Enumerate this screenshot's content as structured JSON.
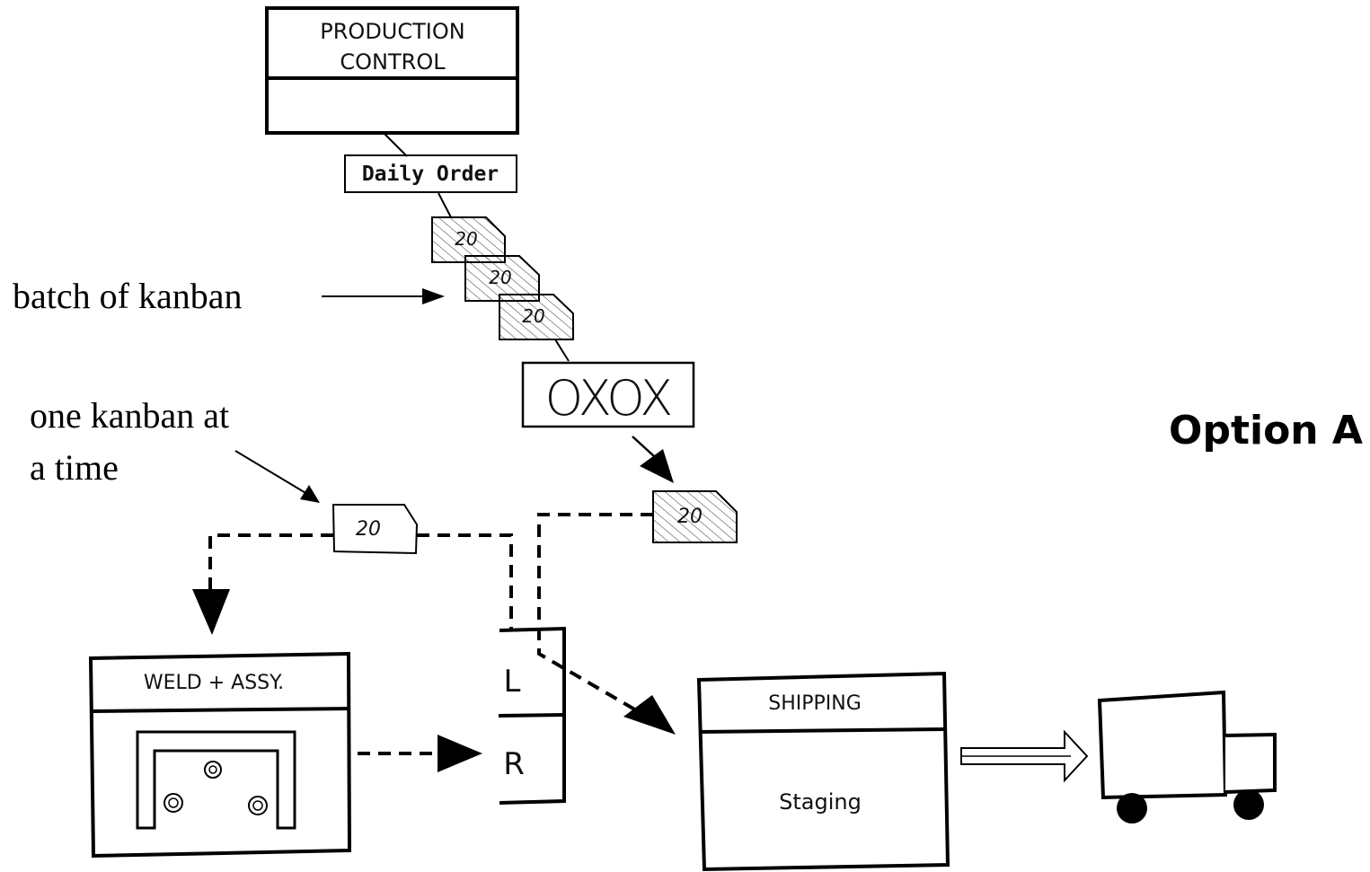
{
  "diagram": {
    "option_label": "Option A",
    "production_control": {
      "line1": "PRODUCTION",
      "line2": "CONTROL"
    },
    "daily_order": "Daily Order",
    "kanban_quantity": "20",
    "load_leveling": "OXOX",
    "annotations": {
      "batch": "batch of kanban",
      "single_line1": "one kanban at",
      "single_line2": "a time"
    },
    "weld_assembly": "WELD + ASSY.",
    "supermarket": {
      "left": "L",
      "right": "R"
    },
    "shipping": {
      "title": "SHIPPING",
      "body": "Staging"
    }
  }
}
